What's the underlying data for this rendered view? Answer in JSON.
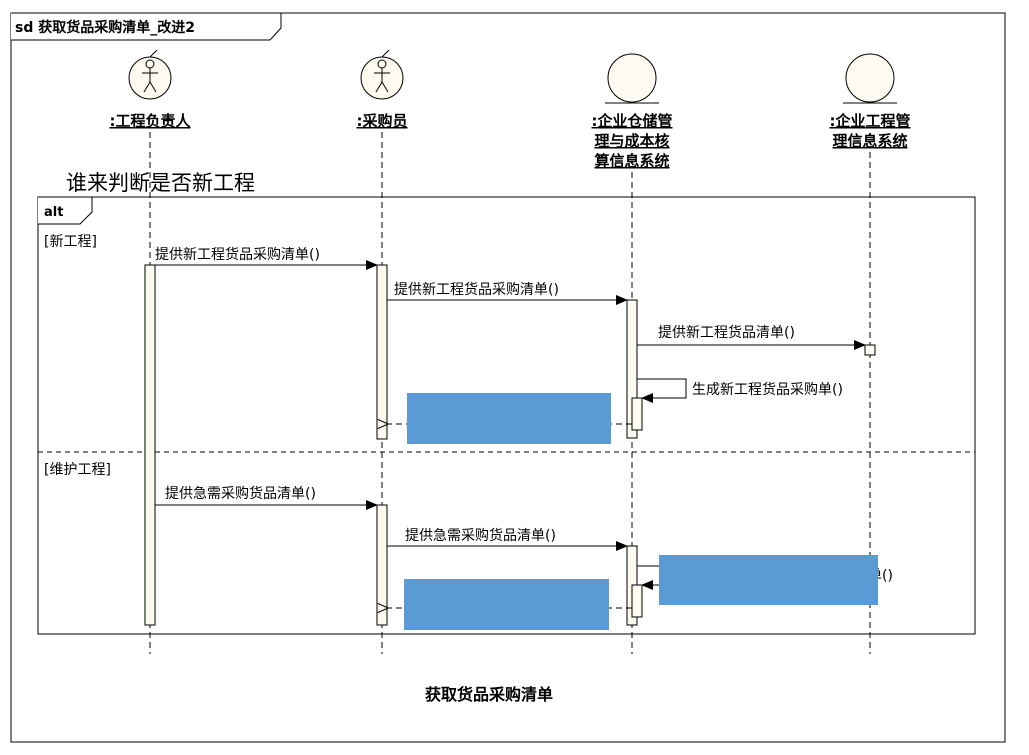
{
  "frame": {
    "title": "sd 获取货品采购清单_改进2"
  },
  "lifelines": [
    {
      "name": ":工程负责人",
      "kind": "actor"
    },
    {
      "name": ":采购员",
      "kind": "actor"
    },
    {
      "name_lines": [
        ":企业仓储管",
        "理与成本核",
        "算信息系统"
      ],
      "kind": "entity"
    },
    {
      "name_lines": [
        ":企业工程管",
        "理信息系统"
      ],
      "kind": "entity"
    }
  ],
  "annotation": "谁来判断是否新工程",
  "alt": {
    "label": "alt",
    "guard1": "[新工程]",
    "guard2": "[维护工程]"
  },
  "messages": {
    "m1": "提供新工程货品采购清单()",
    "m2": "提供新工程货品采购清单()",
    "m3": "提供新工程货品清单()",
    "m4": "生成新工程货品采购单()",
    "m5": "提供急需采购货品清单()",
    "m6": "提供急需采购货品清单()",
    "m7_visible_fragment": "单()"
  },
  "caption": "获取货品采购清单",
  "colors": {
    "redaction_box": "#5b9bd5",
    "activation_fill": "#fdfaf0",
    "lifeline_head": "#fdfaf0"
  }
}
